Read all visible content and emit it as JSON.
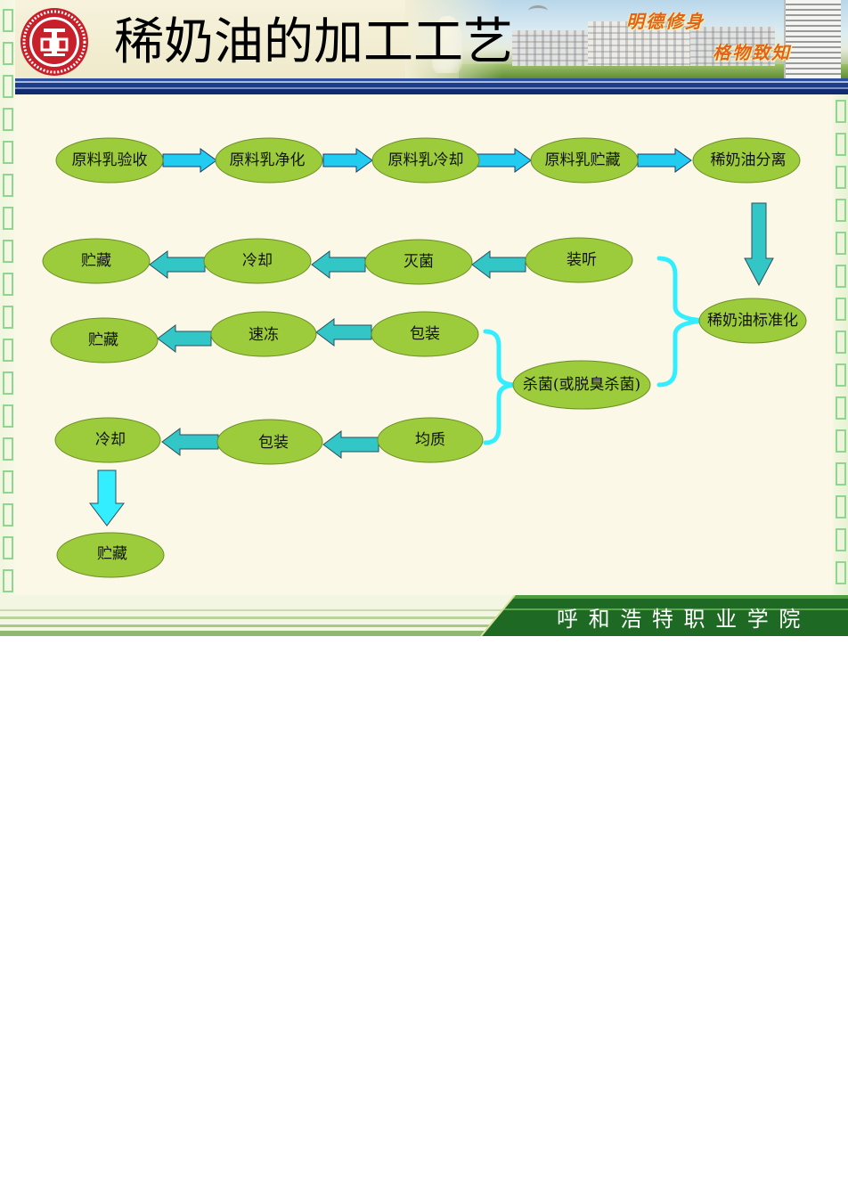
{
  "header": {
    "title": "稀奶油的加工工艺",
    "photo_motto_top": "明德修身",
    "photo_motto_bottom": "格物致知"
  },
  "diagram": {
    "row1": [
      "原料乳验收",
      "原料乳净化",
      "原料乳冷却",
      "原料乳贮藏",
      "稀奶油分离"
    ],
    "standardization": "稀奶油标准化",
    "row2": [
      "贮藏",
      "冷却",
      "灭菌",
      "装听"
    ],
    "sterilization": "杀菌(或脱臭杀菌)",
    "row3": [
      "贮藏",
      "速冻",
      "包装"
    ],
    "row4": [
      "冷却",
      "包装",
      "均质"
    ],
    "row5": [
      "贮藏"
    ]
  },
  "footer": {
    "institution": "呼 和 浩 特 职 业 学 院"
  },
  "colors": {
    "logo_red": "#c8202a",
    "node_fill": "#9ccc3c",
    "arrow_cyan": "#22ccf0",
    "arrow_teal": "#33c6c6",
    "brace": "#33eeff",
    "footer_green": "#1e6a24"
  }
}
